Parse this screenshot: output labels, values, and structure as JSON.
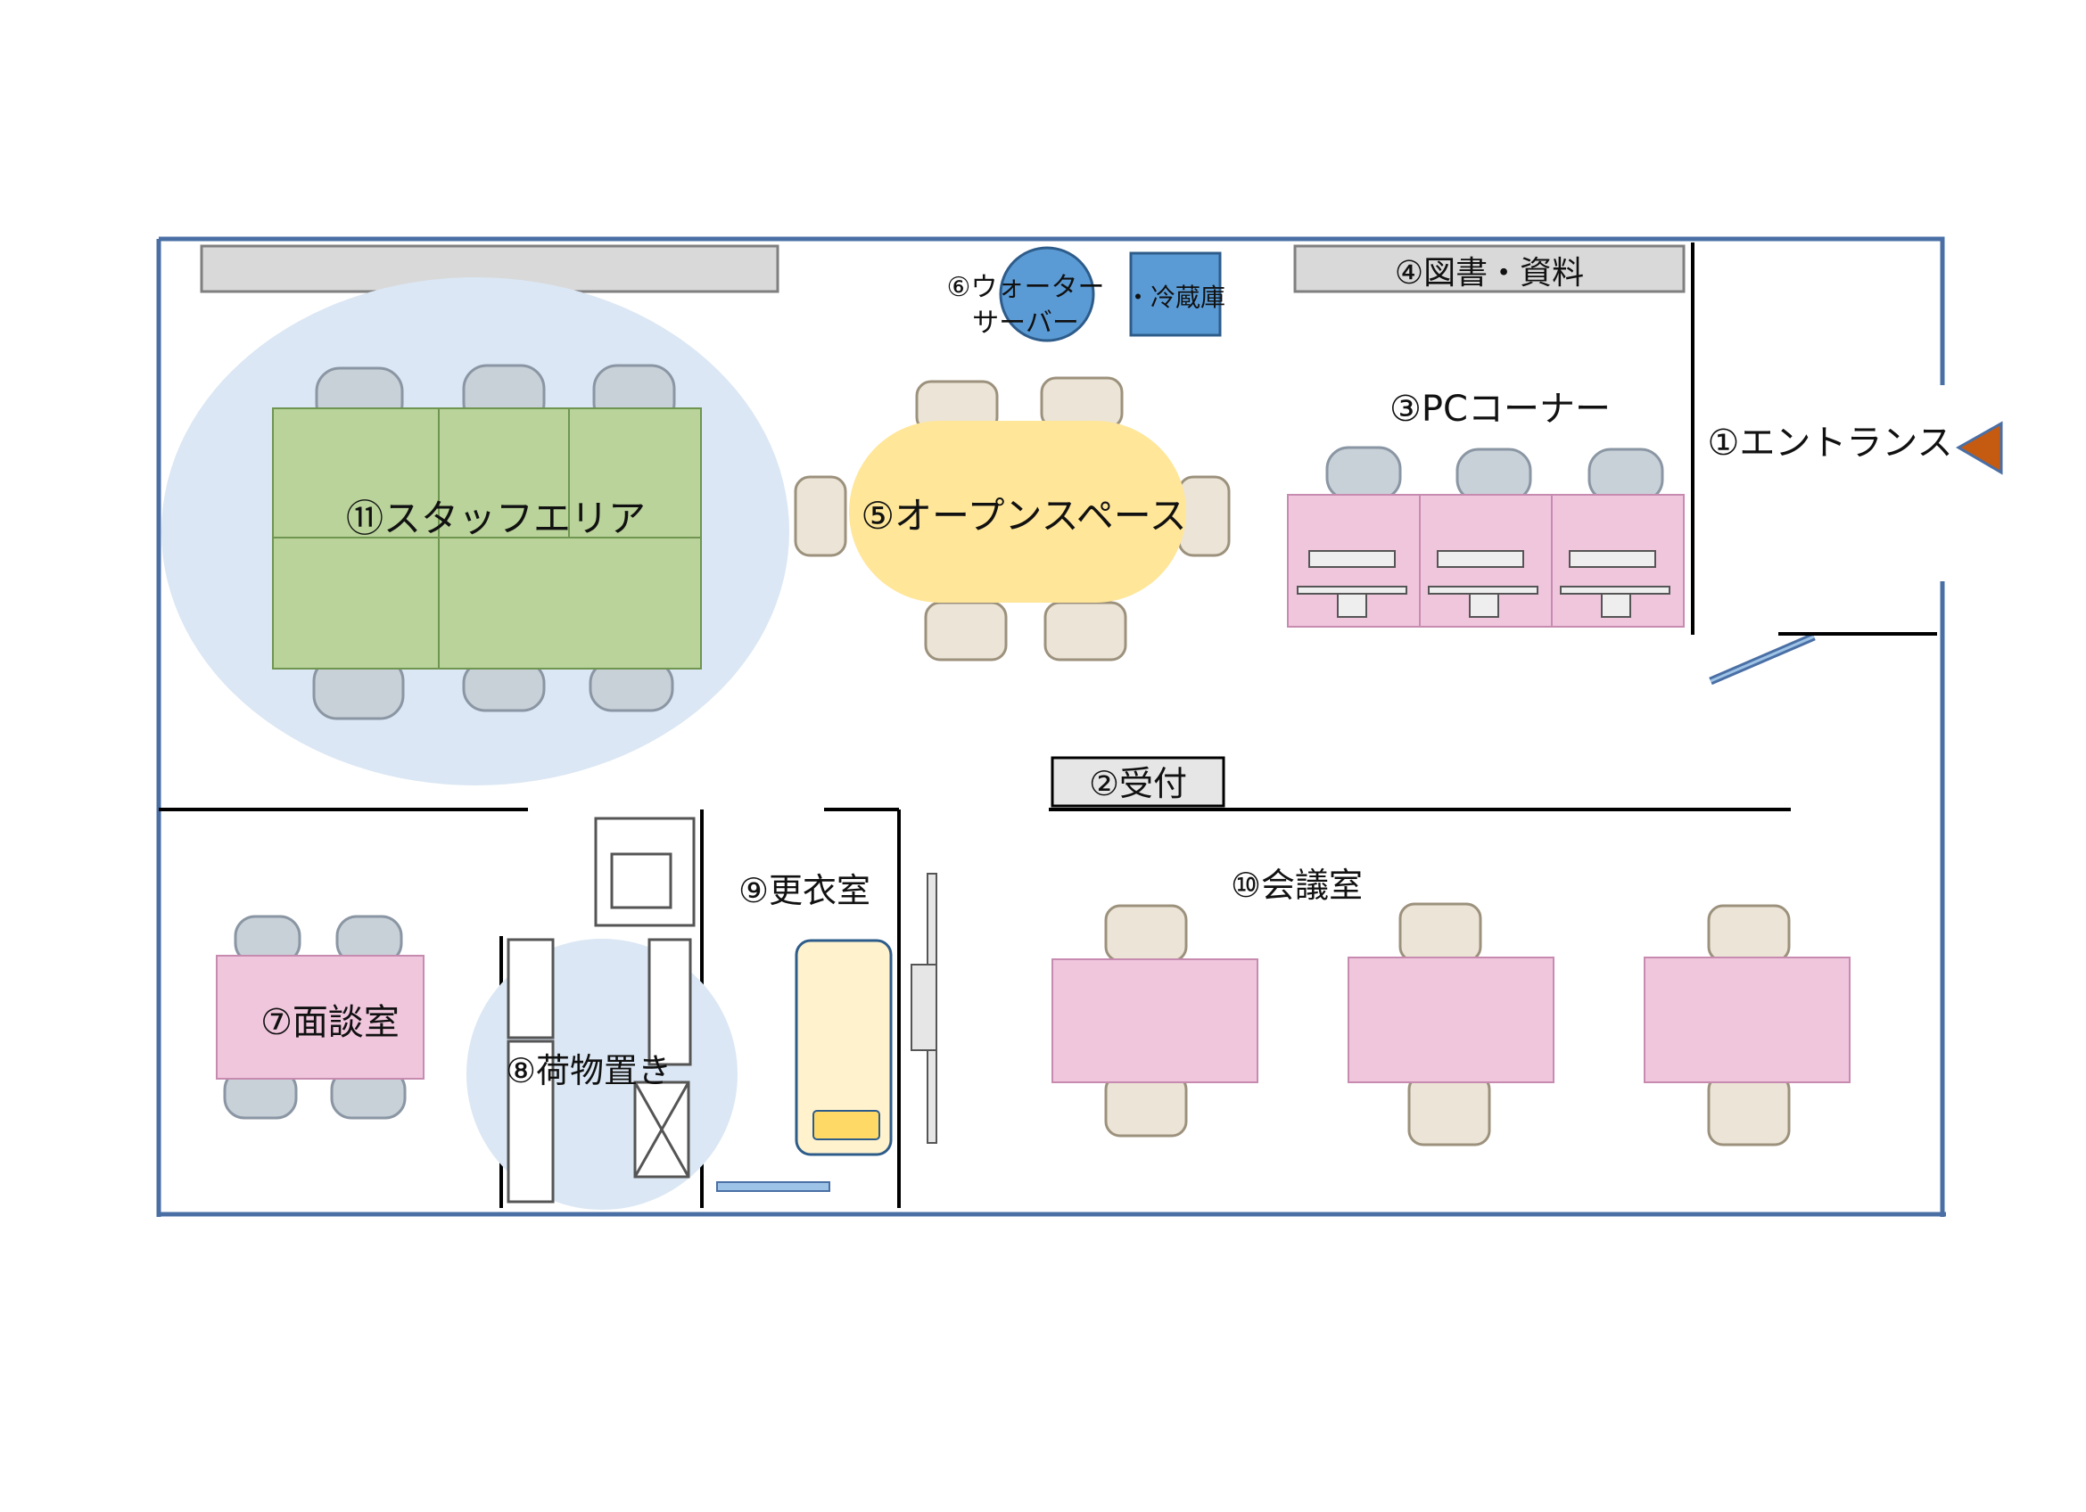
{
  "title": "",
  "rooms": {
    "entrance": "①エントランス",
    "reception": "②受付",
    "pc_corner": "③PCコーナー",
    "library": "④図書・資料",
    "open_space": "⑤オープンスペース",
    "water_server_line1": "⑥ウォーター",
    "water_server_line2": "サーバー",
    "fridge": "・冷蔵庫",
    "interview_room": "⑦面談室",
    "luggage": "⑧荷物置き",
    "changing_room": "⑨更衣室",
    "meeting_room": "⑩会議室",
    "staff_area": "⑪スタッフエリア"
  },
  "colors": {
    "wall_outer": "#4a6fa5",
    "wall_inner": "#000000",
    "shelf": "#d9d9d9",
    "staff_zone": "#dbe7f4",
    "staff_desk": "#b9d39a",
    "open_table": "#ffe699",
    "chair_beige": "#ece5d7",
    "chair_grey": "#c8d0d8",
    "pink_desk": "#f0c6dd",
    "server_blue": "#5b9bd5",
    "arrow": "#c55a11",
    "bench_yellow": "#fff2cc"
  },
  "icons": {
    "entrance_arrow": "triangle-left-icon",
    "computer": "desktop-computer-icon",
    "copier": "copier-icon"
  }
}
